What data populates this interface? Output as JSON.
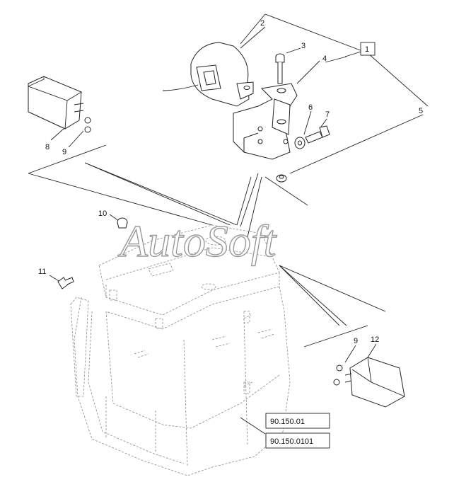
{
  "callouts": {
    "c1": "1",
    "c2": "2",
    "c3": "3",
    "c4": "4",
    "c5": "5",
    "c6": "6",
    "c7": "7",
    "c8": "8",
    "c9a": "9",
    "c9b": "9",
    "c10": "10",
    "c11": "11",
    "c12": "12"
  },
  "references": [
    "90.150.01",
    "90.150.0101"
  ],
  "watermark": "AutoSoft"
}
